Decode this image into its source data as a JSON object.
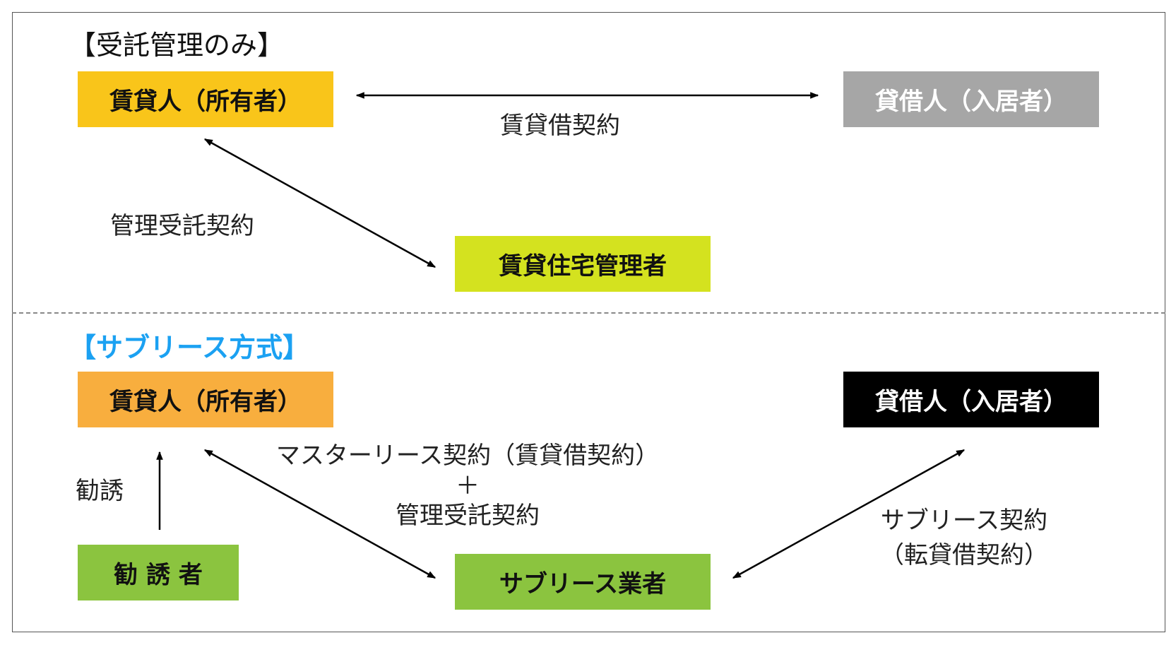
{
  "colors": {
    "lessor_top": "#f9c51a",
    "lessee_top": "#a6a6a6",
    "manager": "#d4e21f",
    "lessor_bottom": "#f8ae3e",
    "lessee_bottom": "#000000",
    "solicitor": "#8bc43f",
    "sublease_operator": "#8bc43f",
    "sublease_title": "#1ba1f2"
  },
  "top_section": {
    "title": "【受託管理のみ】",
    "lessor": "賃貸人（所有者）",
    "lessee": "貸借人（入居者）",
    "manager": "賃貸住宅管理者",
    "lease_contract_label": "賃貸借契約",
    "management_contract_label": "管理受託契約"
  },
  "bottom_section": {
    "title": "【サブリース方式】",
    "lessor": "賃貸人（所有者）",
    "lessee": "貸借人（入居者）",
    "solicitor": "勧 誘 者",
    "sublease_operator": "サブリース業者",
    "solicitation_label": "勧誘",
    "master_lease_label_line1": "マスターリース契約（賃貸借契約）",
    "master_lease_label_line2": "＋",
    "master_lease_label_line3": "管理受託契約",
    "sublease_contract_line1": "サブリース契約",
    "sublease_contract_line2": "（転貸借契約）"
  }
}
